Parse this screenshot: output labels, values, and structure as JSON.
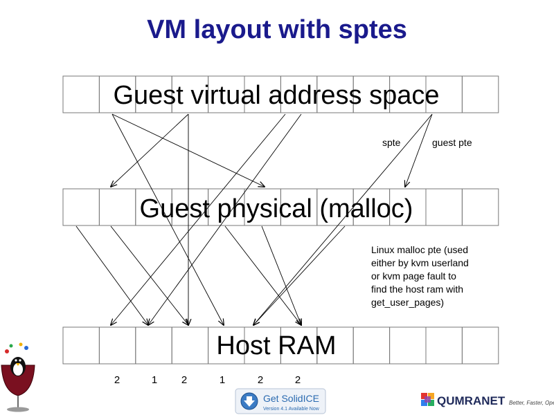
{
  "slide": {
    "title": "VM layout with sptes"
  },
  "rows": [
    {
      "id": "guest-virtual",
      "label": "Guest virtual address space",
      "cells": 12
    },
    {
      "id": "guest-physical",
      "label": "Guest physical (malloc)",
      "cells": 12
    },
    {
      "id": "host-ram",
      "label": "Host RAM",
      "cells": 12
    }
  ],
  "annotations": {
    "spte": "spte",
    "guest_pte": "guest pte",
    "malloc_note": [
      "Linux malloc pte (used",
      "either by kvm userland",
      "or kvm page fault to",
      "find the host ram with",
      "get_user_pages)"
    ]
  },
  "counts": [
    "2",
    "1",
    "2",
    "1",
    "2",
    "2"
  ],
  "footer": {
    "banner_line1": "Get SolidICE",
    "banner_line2": "Version 4.1 Available Now",
    "brand": "QUMRANET",
    "tagline": "Better, Faster, Open"
  },
  "colors": {
    "title": "#1a1a8c",
    "line": "#000000",
    "brand": "#1f2a5a",
    "banner": "#2a6ab0"
  }
}
